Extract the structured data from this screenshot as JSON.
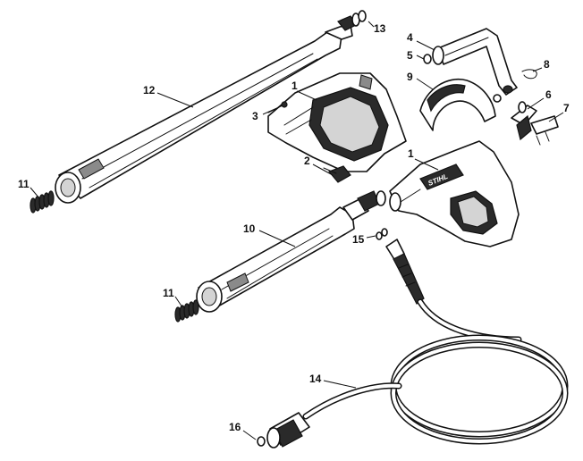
{
  "brand": {
    "logo_text": "STIHL"
  },
  "callouts": [
    {
      "id": "1a",
      "label": "1"
    },
    {
      "id": "1b",
      "label": "1"
    },
    {
      "id": "2",
      "label": "2"
    },
    {
      "id": "3",
      "label": "3"
    },
    {
      "id": "4",
      "label": "4"
    },
    {
      "id": "5",
      "label": "5"
    },
    {
      "id": "6",
      "label": "6"
    },
    {
      "id": "7",
      "label": "7"
    },
    {
      "id": "8",
      "label": "8"
    },
    {
      "id": "9",
      "label": "9"
    },
    {
      "id": "10",
      "label": "10"
    },
    {
      "id": "11a",
      "label": "11"
    },
    {
      "id": "11b",
      "label": "11"
    },
    {
      "id": "12",
      "label": "12"
    },
    {
      "id": "13",
      "label": "13"
    },
    {
      "id": "14",
      "label": "14"
    },
    {
      "id": "15",
      "label": "15"
    },
    {
      "id": "16",
      "label": "16"
    }
  ]
}
